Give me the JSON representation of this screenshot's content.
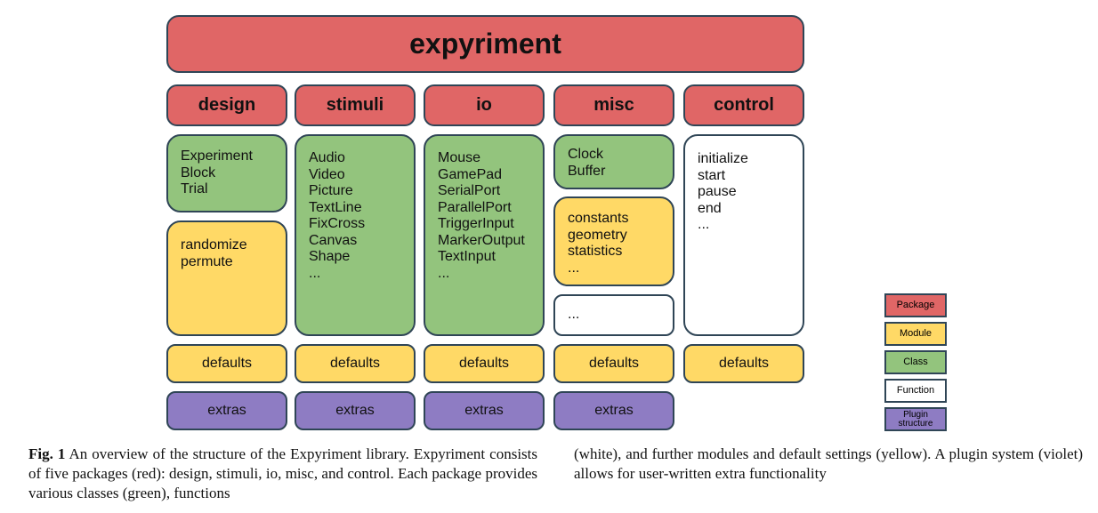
{
  "title": "expyriment",
  "packages": [
    "design",
    "stimuli",
    "io",
    "misc",
    "control"
  ],
  "classes": {
    "design": [
      "Experiment",
      "Block",
      "Trial"
    ],
    "stimuli": [
      "Audio",
      "Video",
      "Picture",
      "TextLine",
      "FixCross",
      "Canvas",
      "Shape",
      "..."
    ],
    "io": [
      "Mouse",
      "GamePad",
      "SerialPort",
      "ParallelPort",
      "TriggerInput",
      "MarkerOutput",
      "TextInput",
      "..."
    ],
    "misc": [
      "Clock",
      "Buffer"
    ]
  },
  "modules": {
    "design": [
      "randomize",
      "permute"
    ],
    "misc": [
      "constants",
      "geometry",
      "statistics",
      "..."
    ]
  },
  "functions": {
    "misc": [
      "..."
    ],
    "control": [
      "initialize",
      "start",
      "pause",
      "end",
      "..."
    ]
  },
  "defaults_label": "defaults",
  "extras_label": "extras",
  "legend": [
    "Package",
    "Module",
    "Class",
    "Function",
    "Plugin structure"
  ],
  "colors": {
    "package": "#e06666",
    "module": "#ffd966",
    "class": "#93c47d",
    "function": "#ffffff",
    "plugin": "#8e7cc3"
  },
  "caption": {
    "fig_label": "Fig. 1",
    "text_left": "An overview of the structure of the Expyriment library. Expyriment consists of five packages (red): design, stimuli, io, misc, and control. Each package provides various classes (green), functions",
    "text_right": "(white), and further modules and default settings (yellow). A plugin system (violet) allows for user-written extra functionality"
  }
}
